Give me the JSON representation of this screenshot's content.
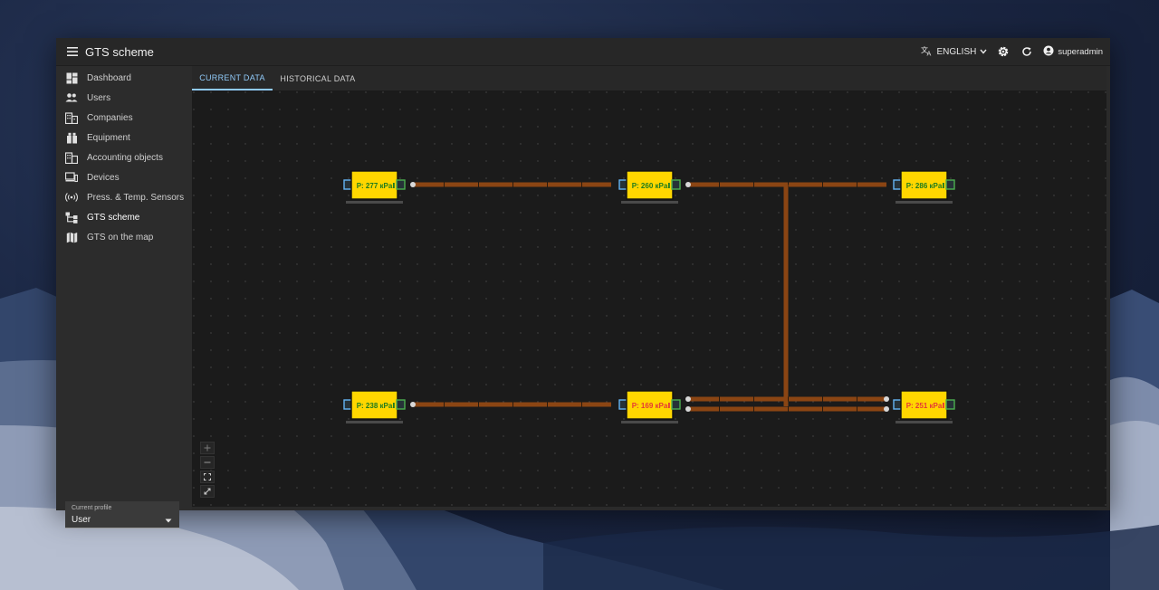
{
  "app": {
    "title": "GTS scheme"
  },
  "header": {
    "language": "ENGLISH",
    "username": "superadmin"
  },
  "sidebar": {
    "items": [
      {
        "label": "Dashboard",
        "icon": "dashboard-icon"
      },
      {
        "label": "Users",
        "icon": "users-icon"
      },
      {
        "label": "Companies",
        "icon": "companies-icon"
      },
      {
        "label": "Equipment",
        "icon": "equipment-icon"
      },
      {
        "label": "Accounting objects",
        "icon": "accounting-icon"
      },
      {
        "label": "Devices",
        "icon": "devices-icon"
      },
      {
        "label": "Press. & Temp. Sensors",
        "icon": "sensors-icon"
      },
      {
        "label": "GTS scheme",
        "icon": "scheme-icon"
      },
      {
        "label": "GTS on the map",
        "icon": "map-icon"
      }
    ],
    "active_item": "GTS scheme",
    "profile": {
      "label": "Current profile",
      "value": "User"
    }
  },
  "tabs": [
    {
      "label": "CURRENT DATA",
      "active": true
    },
    {
      "label": "HISTORICAL DATA",
      "active": false
    }
  ],
  "scheme": {
    "nodes": [
      {
        "label": "P: 277 кPa",
        "status": "normal"
      },
      {
        "label": "P: 260 кPa",
        "status": "normal"
      },
      {
        "label": "P: 286 кPa",
        "status": "normal"
      },
      {
        "label": "P: 238 кPa",
        "status": "normal"
      },
      {
        "label": "P: 169 кPa",
        "status": "alarm"
      },
      {
        "label": "P: 251 кPa",
        "status": "alarm"
      }
    ],
    "colors": {
      "node_fill": "#ffd600",
      "normal_text": "#1e7b1e",
      "alarm_text": "#e53935",
      "pipe": "#8b4513",
      "inlet_port": "#64b5f6",
      "outlet_port": "#4caf50"
    }
  },
  "zoom_controls": [
    {
      "icon": "zoom-in-icon"
    },
    {
      "icon": "zoom-out-icon"
    },
    {
      "icon": "fit-view-icon"
    },
    {
      "icon": "fullscreen-icon"
    }
  ]
}
